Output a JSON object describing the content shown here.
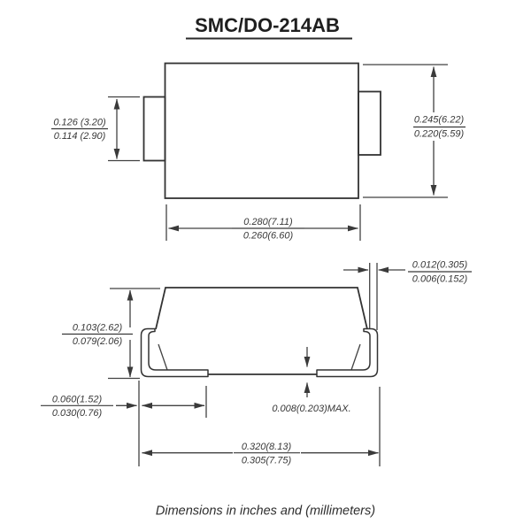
{
  "title": "SMC/DO-214AB",
  "footer": "Dimensions in inches and (millimeters)",
  "dims": {
    "tab_height": {
      "max": "0.126 (3.20)",
      "min": "0.114 (2.90)"
    },
    "body_height": {
      "max": "0.245(6.22)",
      "min": "0.220(5.59)"
    },
    "body_width": {
      "max": "0.280(7.11)",
      "min": "0.260(6.60)"
    },
    "lead_thickness": {
      "max": "0.012(0.305)",
      "min": "0.006(0.152)"
    },
    "profile_height": {
      "max": "0.103(2.62)",
      "min": "0.079(2.06)"
    },
    "foot_length": {
      "max": "0.060(1.52)",
      "min": "0.030(0.76)"
    },
    "standoff": "0.008(0.203)MAX.",
    "overall_width": {
      "max": "0.320(8.13)",
      "min": "0.305(7.75)"
    }
  },
  "colors": {
    "line": "#3a3a3a",
    "text": "#383838",
    "background": "#ffffff"
  }
}
